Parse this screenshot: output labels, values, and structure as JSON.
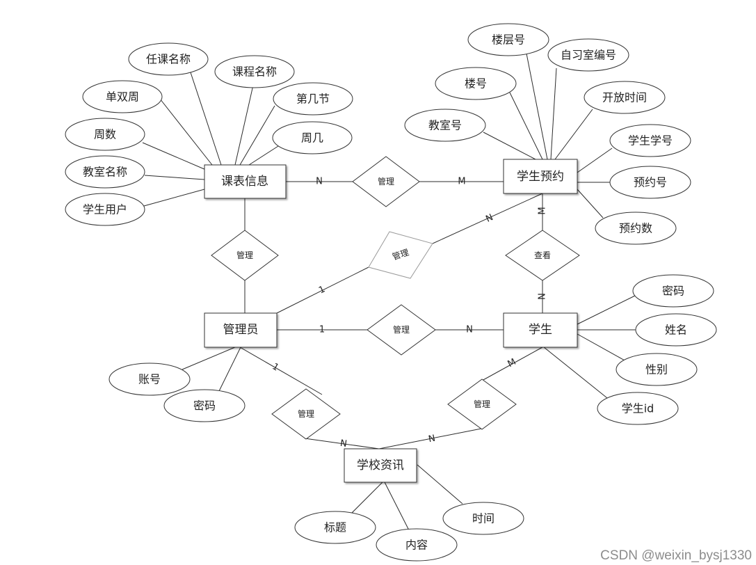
{
  "entities": {
    "course": "课表信息",
    "reservation": "学生预约",
    "admin": "管理员",
    "student": "学生",
    "news": "学校资讯"
  },
  "relationships": {
    "course_reservation": "管理",
    "course_admin": "管理",
    "admin_reservation": "管理",
    "reservation_student": "查看",
    "admin_student": "管理",
    "admin_news": "管理",
    "student_news": "管理"
  },
  "attributes": {
    "course": [
      "任课名称",
      "课程名称",
      "单双周",
      "第几节",
      "周数",
      "周几",
      "教室名称",
      "学生用户"
    ],
    "reservation": [
      "楼层号",
      "自习室编号",
      "楼号",
      "开放时间",
      "教室号",
      "学生学号",
      "预约号",
      "预约数"
    ],
    "admin": [
      "账号",
      "密码"
    ],
    "student": [
      "密码",
      "姓名",
      "性别",
      "学生id"
    ],
    "news": [
      "标题",
      "内容",
      "时间"
    ]
  },
  "cardinalities": {
    "course_reservation_course": "N",
    "course_reservation_reservation": "M",
    "admin_reservation_admin": "1",
    "admin_reservation_reservation": "N",
    "reservation_student_reservation": "M",
    "reservation_student_student": "N",
    "admin_student_admin": "1",
    "admin_student_student": "N",
    "admin_news_admin": "1",
    "admin_news_news": "N",
    "student_news_student": "M",
    "student_news_news": "N"
  },
  "watermark": "CSDN @weixin_bysj1330"
}
